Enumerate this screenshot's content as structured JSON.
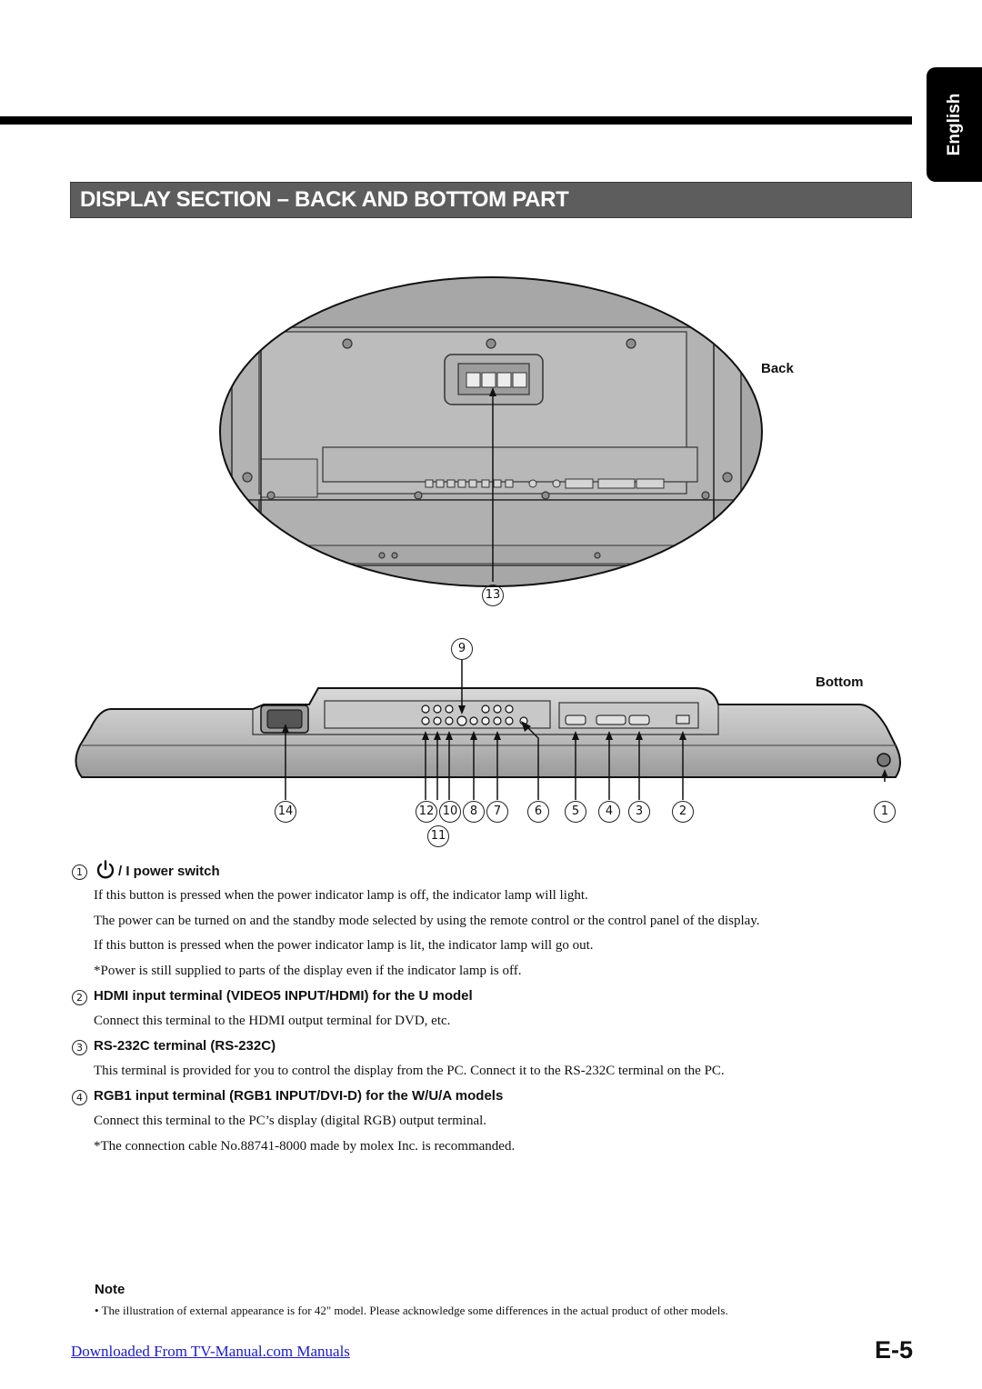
{
  "language_tab": "English",
  "title": "DISPLAY SECTION – BACK AND BOTTOM PART",
  "diagram": {
    "back_label": "Back",
    "bottom_label": "Bottom",
    "callouts": {
      "n1": "1",
      "n2": "2",
      "n3": "3",
      "n4": "4",
      "n5": "5",
      "n6": "6",
      "n7": "7",
      "n8": "8",
      "n9": "9",
      "n10": "10",
      "n11": "11",
      "n12": "12",
      "n13": "13",
      "n14": "14"
    }
  },
  "sections": [
    {
      "num": "1",
      "heading": "/ I power switch",
      "icon": "power-icon",
      "paragraphs": [
        "If this button is pressed when the power indicator lamp is off, the indicator lamp will light.",
        "The power can be turned on and the standby mode selected by using the remote control or the control panel of the display.",
        "If this button is pressed when the power indicator lamp is lit, the indicator lamp will go out.",
        "*Power is still supplied to parts of the display even if the indicator lamp is off."
      ]
    },
    {
      "num": "2",
      "heading": "HDMI input terminal (VIDEO5 INPUT/HDMI) for the U model",
      "paragraphs": [
        "Connect this terminal to the HDMI output terminal for DVD, etc."
      ]
    },
    {
      "num": "3",
      "heading": "RS-232C terminal (RS-232C)",
      "paragraphs": [
        "This terminal is provided for you to control the display from the PC. Connect it to the RS-232C terminal on the PC."
      ]
    },
    {
      "num": "4",
      "heading": "RGB1 input terminal (RGB1 INPUT/DVI-D) for the W/U/A models",
      "paragraphs": [
        "Connect this terminal to the PC’s display (digital RGB) output terminal.",
        "*The connection cable No.88741-8000 made by molex Inc. is recommanded."
      ]
    }
  ],
  "note": {
    "title": "Note",
    "text": "•  The illustration of external appearance is for 42\" model. Please acknowledge some differences in the actual product of other models."
  },
  "footer": {
    "link_text": "Downloaded From TV-Manual.com Manuals",
    "page_number": "E-5"
  }
}
